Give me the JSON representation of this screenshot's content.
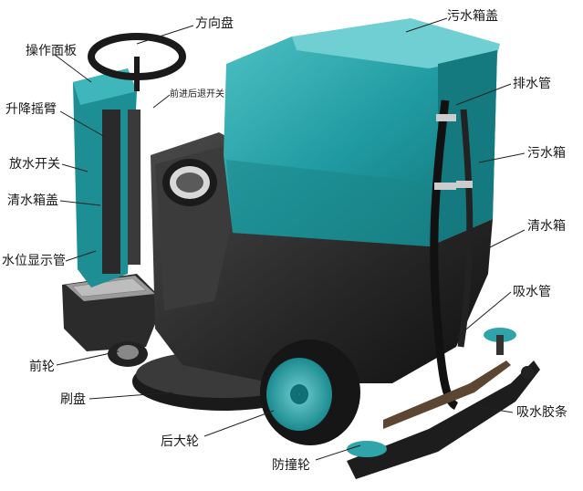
{
  "labels": {
    "steering_wheel": "方向盘",
    "control_panel": "操作面板",
    "forward_reverse_switch": "前进后退开关",
    "lift_rocker": "升降摇臂",
    "drain_switch": "放水开关",
    "clean_tank_cover": "清水箱盖",
    "water_level_tube": "水位显示管",
    "front_wheel": "前轮",
    "brush_disc": "刷盘",
    "rear_wheel": "后大轮",
    "bump_wheel": "防撞轮",
    "waste_tank_cover": "污水箱盖",
    "drain_hose": "排水管",
    "waste_tank": "污水箱",
    "clean_tank": "清水箱",
    "suction_hose": "吸水管",
    "squeegee": "吸水胶条"
  },
  "colors": {
    "body_teal": "#1f9aa0",
    "body_teal_light": "#3fb6ba",
    "body_dark": "#2a2a2a",
    "leader_line": "#222222"
  }
}
